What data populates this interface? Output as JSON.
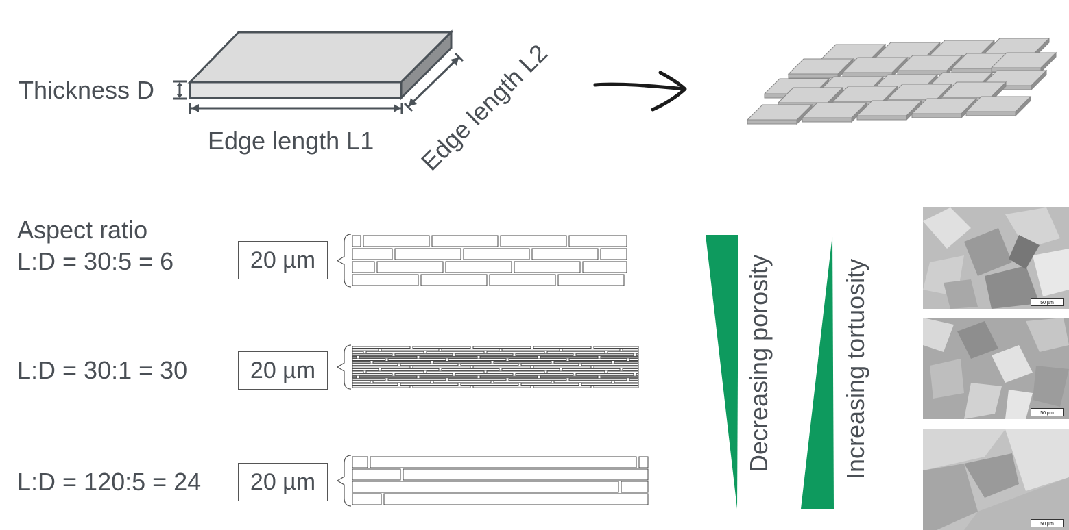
{
  "platelet": {
    "thickness_label": "Thickness D",
    "edge_l1_label": "Edge length L1",
    "edge_l2_label": "Edge length L2"
  },
  "rows": [
    {
      "heading": "Aspect ratio",
      "ratio": "L:D = 30:5 = 6",
      "scale": "20 µm"
    },
    {
      "heading": "",
      "ratio": "L:D = 30:1 = 30",
      "scale": "20 µm"
    },
    {
      "heading": "",
      "ratio": "L:D = 120:5 = 24",
      "scale": "20 µm"
    }
  ],
  "trends": {
    "porosity": "Decreasing porosity",
    "tortuosity": "Increasing tortuosity",
    "color": "#0e9a5e"
  },
  "micrographs": [
    {
      "scale": "50 µm"
    },
    {
      "scale": "50 µm"
    },
    {
      "scale": "50 µm"
    }
  ]
}
